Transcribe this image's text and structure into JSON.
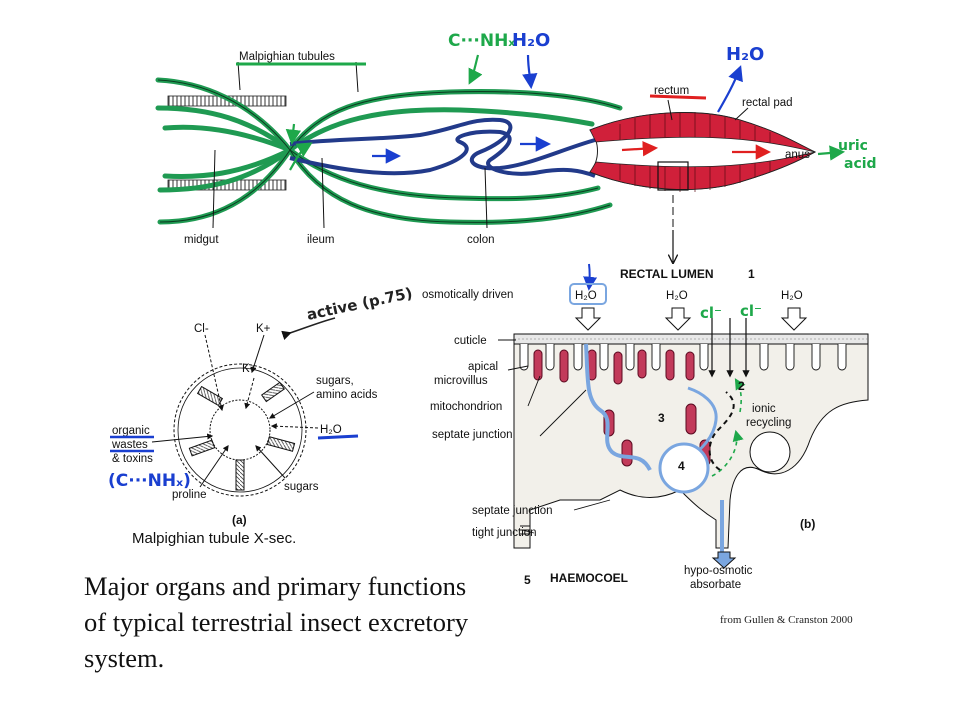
{
  "labels": {
    "malpighian_tubules": "Malpighian tubules",
    "midgut": "midgut",
    "ileum": "ileum",
    "colon": "colon",
    "rectum": "rectum",
    "rectal_pad": "rectal pad",
    "anus": "anus"
  },
  "handwritten": {
    "nitrogen_in": "C···NHₓ",
    "water_in": "H₂O",
    "water_out": "H₂O",
    "uric_1": "uric",
    "uric_2": "acid"
  },
  "panel_a": {
    "cl": "Cl-",
    "k_outer": "K+",
    "k_inner": "K+",
    "active_note": "active (p.75)",
    "sugars_amino_1": "sugars,",
    "sugars_amino_2": "amino acids",
    "organic": "organic",
    "wastes": "wastes",
    "toxins": "& toxins",
    "nitrogen": "(C···NHₓ)",
    "h2o": "H₂O",
    "proline": "proline",
    "sugars": "sugars",
    "letter": "(a)"
  },
  "panel_b": {
    "rectal_lumen": "RECTAL LUMEN",
    "n1": "1",
    "osmotic": "osmotically driven",
    "h2o_1": "H₂O",
    "h2o_2": "H₂O",
    "h2o_3": "H₂O",
    "cl_1": "cl⁻",
    "cl_2": "cl⁻",
    "cuticle": "cuticle",
    "apical_1": "apical",
    "apical_2": "microvillus",
    "mitochondrion": "mitochondrion",
    "septate": "septate junction",
    "n2": "2",
    "n3": "3",
    "n4": "4",
    "ionic_1": "ionic",
    "ionic_2": "recycling",
    "septate_2": "septate junction",
    "tight": "tight junction",
    "letter": "(b)",
    "hypo_1": "hypo-osmotic",
    "hypo_2": "absorbate",
    "n5": "5",
    "haemocoel": "HAEMOCOEL"
  },
  "caption": "Malpighian tubule X-sec.",
  "main_text": "Major organs and primary functions of typical terrestrial insect excretory system.",
  "credit": "from Gullen & Cranston 2000",
  "colors": {
    "tubule_green": "#1f9a52",
    "gut_blue": "#223a8a",
    "rectum_red": "#d0203a",
    "ink_blue": "#1a3fd0",
    "ink_green": "#1ea84a",
    "cell_fill": "#f2f0ea"
  }
}
